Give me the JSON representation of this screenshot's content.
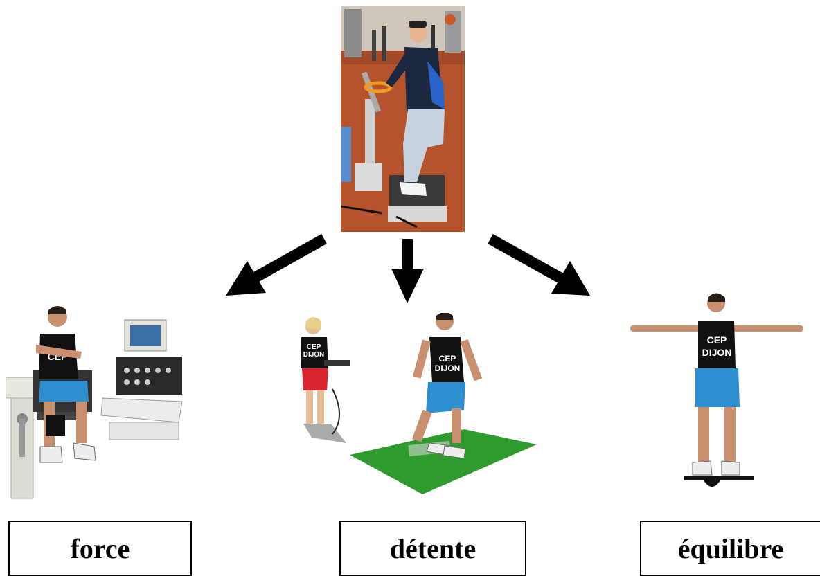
{
  "figure": {
    "labels": {
      "force": "force",
      "detente": "détente",
      "equilibre": "équilibre"
    },
    "shirt_text": {
      "line1": "CEP",
      "line2": "DIJON"
    },
    "colors": {
      "arrow": "#000000",
      "gym_floor": "#b4532c",
      "mat": "#2f9b2f",
      "shorts": "#2d8fd0",
      "coach_shorts": "#d8242e"
    }
  }
}
